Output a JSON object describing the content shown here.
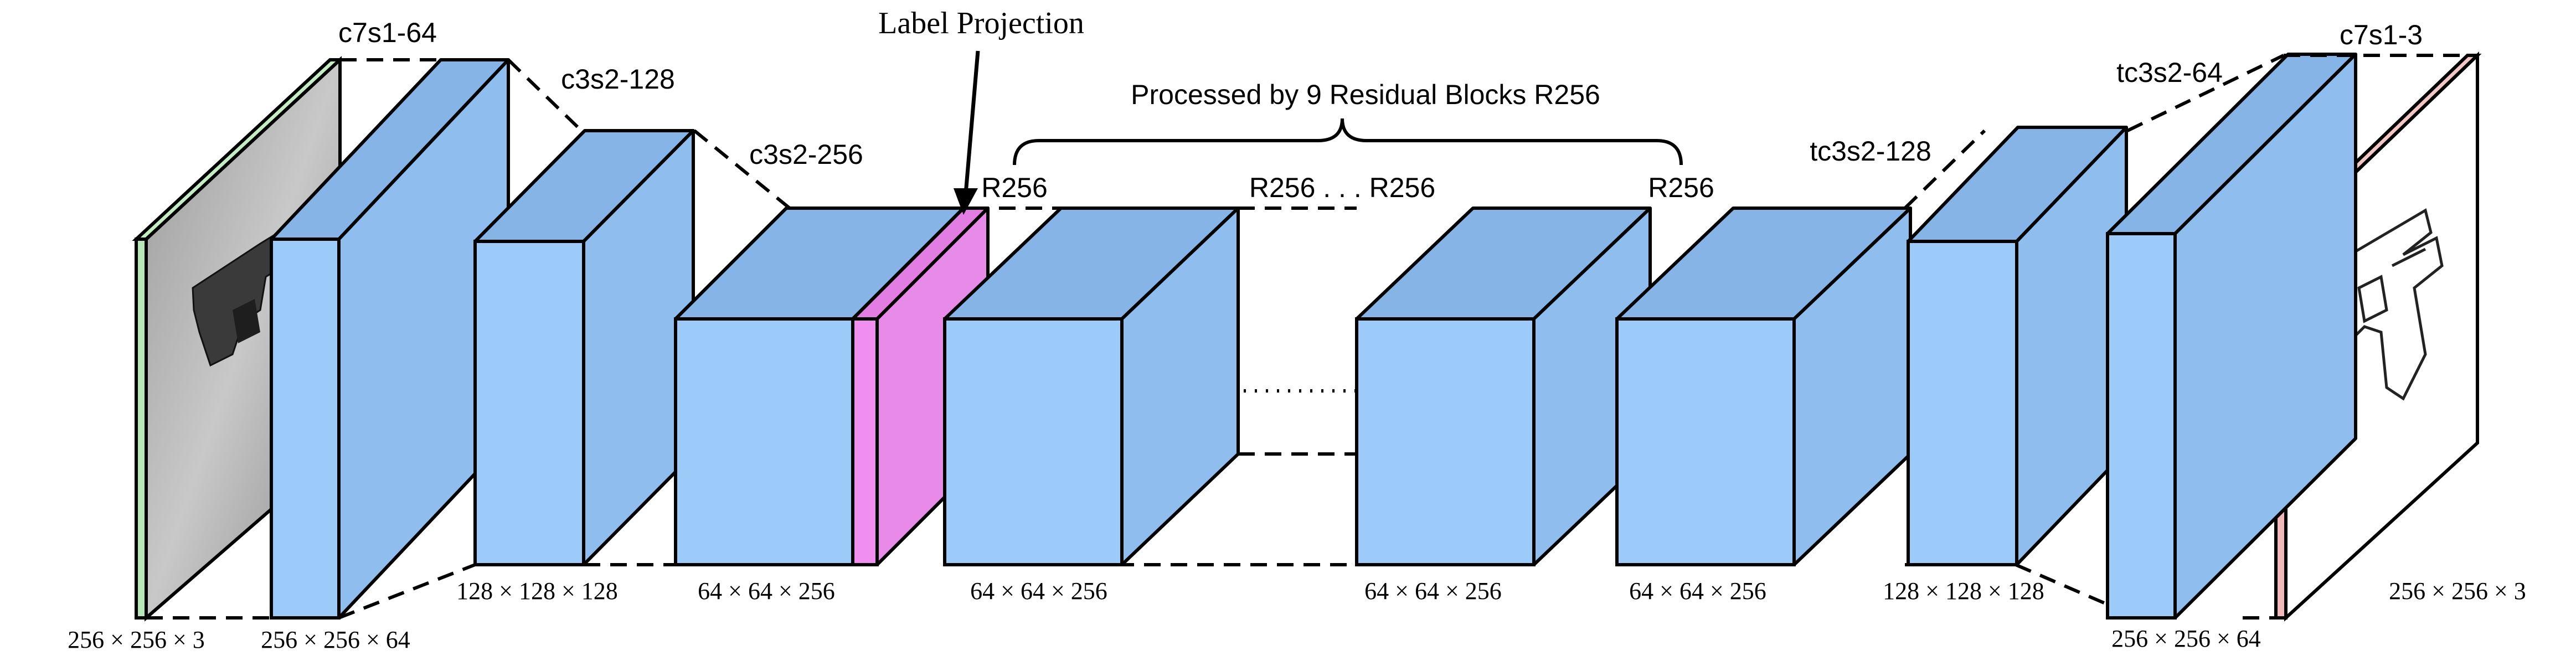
{
  "title": "Label Projection",
  "brace_label": "Processed by 9 Residual Blocks R256",
  "layers": [
    {
      "op": "",
      "dims": "256 × 256 × 3"
    },
    {
      "op": "c7s1-64",
      "dims": "256 × 256 × 64"
    },
    {
      "op": "c3s2-128",
      "dims": "128 × 128 × 128"
    },
    {
      "op": "c3s2-256",
      "dims": "64 × 64 × 256"
    },
    {
      "op": "R256",
      "dims": "64 × 64 × 256"
    },
    {
      "op": "R256 . . . R256",
      "dims": "64 × 64 × 256"
    },
    {
      "op": "R256",
      "dims": "64 × 64 × 256"
    },
    {
      "op": "tc3s2-128",
      "dims": "128 × 128 × 128"
    },
    {
      "op": "tc3s2-64",
      "dims": "256 × 256 × 64"
    },
    {
      "op": "c7s1-3",
      "dims": "256 × 256 × 3"
    }
  ],
  "colors": {
    "block_front": "#9ccbfa",
    "block_top": "#86b4e6",
    "block_side": "#8fbdee",
    "projection": "#f08ff0",
    "input_edge": "#c4edc4",
    "output_edge": "#f4c5c5"
  },
  "icons": [
    "input-pistol-photo",
    "output-pistol-sketch"
  ]
}
